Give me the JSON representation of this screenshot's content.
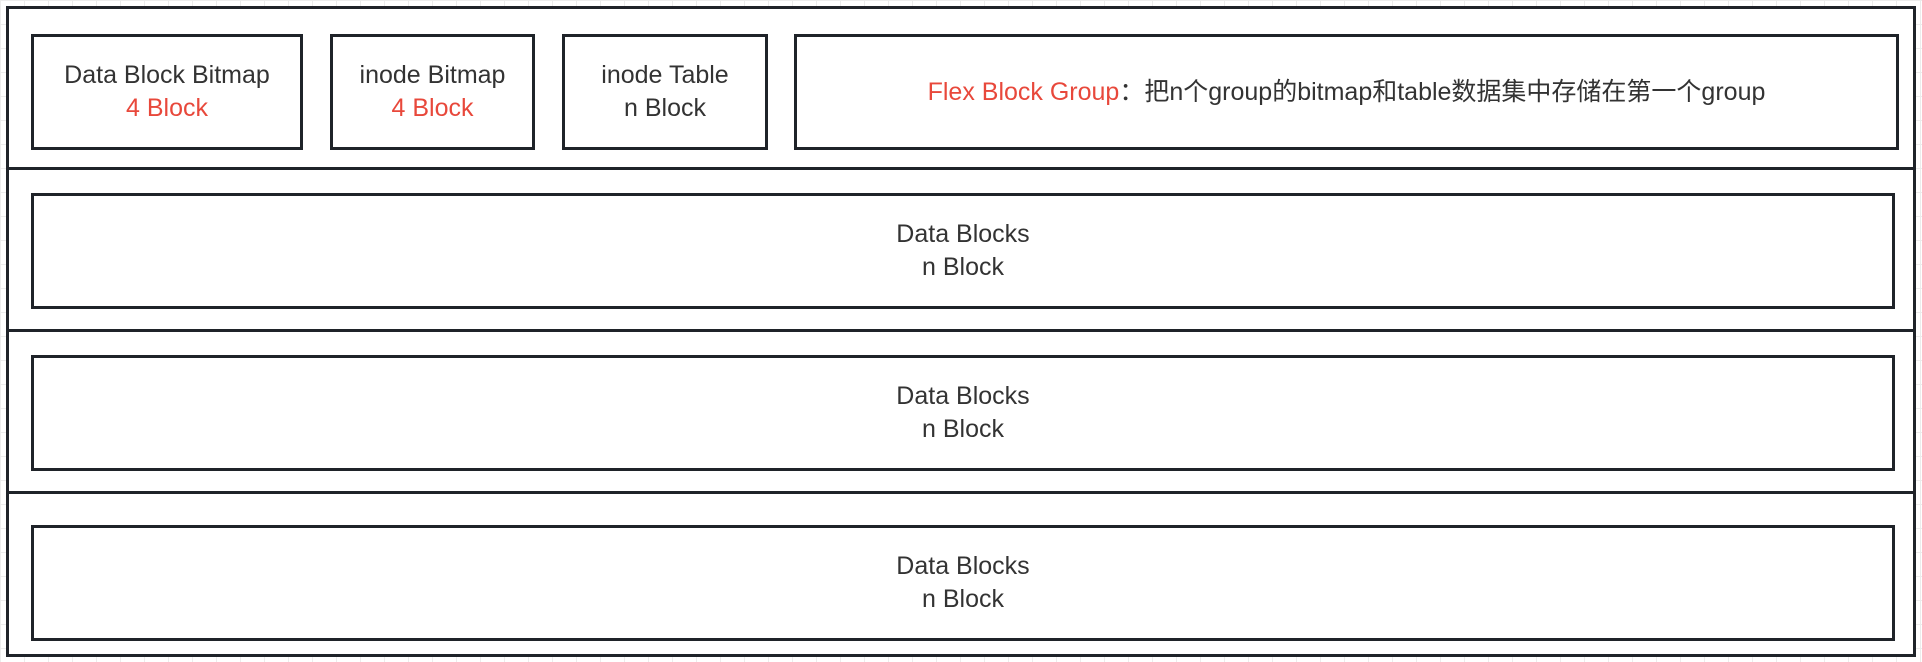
{
  "colors": {
    "outline": "#1f2329",
    "highlight": "#e8483b",
    "text": "#333333"
  },
  "header_row": {
    "data_block_bitmap": {
      "title": "Data Block Bitmap",
      "size": "4 Block"
    },
    "inode_bitmap": {
      "title": "inode Bitmap",
      "size": "4 Block"
    },
    "inode_table": {
      "title": "inode Table",
      "size": "n Block"
    },
    "flex_group": {
      "label": "Flex Block Group",
      "description": "：把n个group的bitmap和table数据集中存储在第一个group"
    }
  },
  "data_block_rows": [
    {
      "title": "Data Blocks",
      "size": "n Block"
    },
    {
      "title": "Data Blocks",
      "size": "n Block"
    },
    {
      "title": "Data Blocks",
      "size": "n Block"
    }
  ]
}
